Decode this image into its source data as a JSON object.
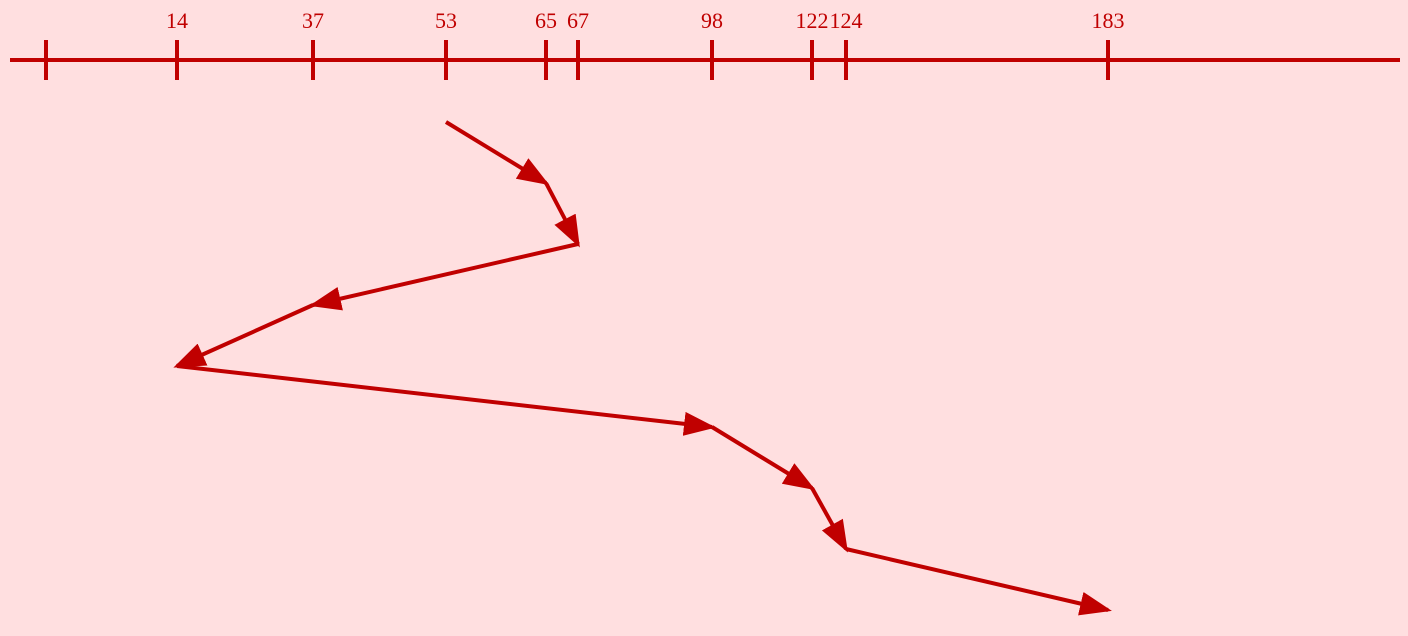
{
  "diagram": {
    "type": "disk-scheduling-seek-sequence",
    "color": "#C00000",
    "background": "#FFDFE0",
    "axis_ticks": [
      {
        "value": 0,
        "label": ""
      },
      {
        "value": 14,
        "label": "14"
      },
      {
        "value": 37,
        "label": "37"
      },
      {
        "value": 53,
        "label": "53"
      },
      {
        "value": 65,
        "label": "65"
      },
      {
        "value": 67,
        "label": "67"
      },
      {
        "value": 98,
        "label": "98"
      },
      {
        "value": 122,
        "label": "122"
      },
      {
        "value": 124,
        "label": "124"
      },
      {
        "value": 183,
        "label": "183"
      }
    ],
    "sequence": [
      53,
      65,
      67,
      37,
      14,
      98,
      122,
      124,
      183
    ]
  }
}
